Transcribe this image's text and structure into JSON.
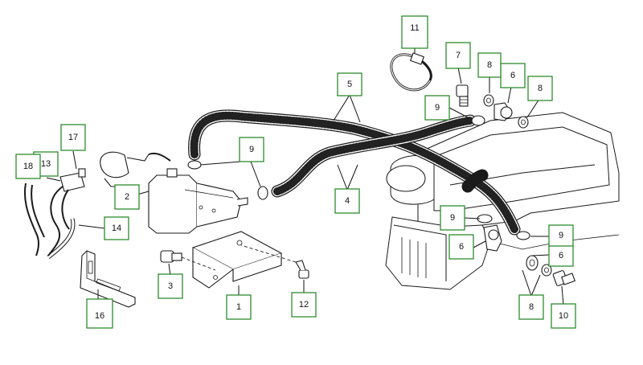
{
  "callouts": [
    {
      "id": "c1",
      "label": "1"
    },
    {
      "id": "c2",
      "label": "2"
    },
    {
      "id": "c3",
      "label": "3"
    },
    {
      "id": "c4",
      "label": "4"
    },
    {
      "id": "c5",
      "label": "5"
    },
    {
      "id": "c6a",
      "label": "6"
    },
    {
      "id": "c6b",
      "label": "6"
    },
    {
      "id": "c6c",
      "label": "6"
    },
    {
      "id": "c7",
      "label": "7"
    },
    {
      "id": "c8a",
      "label": "8"
    },
    {
      "id": "c8b",
      "label": "8"
    },
    {
      "id": "c8c",
      "label": "8"
    },
    {
      "id": "c9a",
      "label": "9"
    },
    {
      "id": "c9b",
      "label": "9"
    },
    {
      "id": "c9c",
      "label": "9"
    },
    {
      "id": "c9d",
      "label": "9"
    },
    {
      "id": "c10",
      "label": "10"
    },
    {
      "id": "c11",
      "label": "11"
    },
    {
      "id": "c12",
      "label": "12"
    },
    {
      "id": "c13",
      "label": "13"
    },
    {
      "id": "c14",
      "label": "14"
    },
    {
      "id": "c16",
      "label": "16"
    },
    {
      "id": "c17",
      "label": "17"
    },
    {
      "id": "c18",
      "label": "18"
    }
  ],
  "colors": {
    "callout_border": "#2e8b2e",
    "line": "#1a1a1a",
    "background": "#ffffff"
  }
}
